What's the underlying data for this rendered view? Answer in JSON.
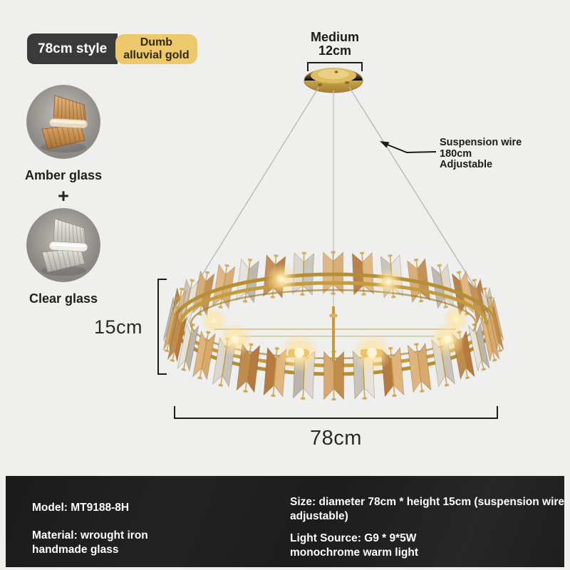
{
  "page": {
    "background": "#efefee"
  },
  "badges": {
    "style_label": "78cm style",
    "finish_lines": [
      "Dumb",
      "alluvial gold"
    ]
  },
  "materials": {
    "plus": "+",
    "items": [
      {
        "label": "Amber glass"
      },
      {
        "label": "Clear glass"
      }
    ]
  },
  "annotations": {
    "canopy_lines": [
      "Medium",
      "12cm"
    ],
    "wire_lines": [
      "Suspension wire",
      "180cm",
      "Adjustable"
    ],
    "height_label": "15cm",
    "diameter_label": "78cm"
  },
  "footer": {
    "model_lines": [
      "Model: MT9188-8H"
    ],
    "material_lines": [
      "Material: wrought iron",
      "handmade glass"
    ],
    "size_lines": [
      "Size: diameter 78cm * height 15cm (suspension wire",
      "adjustable)"
    ],
    "light_lines": [
      "Light Source: G9 * 9*5W",
      "monochrome warm light"
    ]
  },
  "colors": {
    "badge_dark": "#3a3a3a",
    "badge_gold": "#ecc96d",
    "footer_bg": "#1f1f1f",
    "brass": "#c49c3e",
    "brass_dark": "#a07e2c",
    "dimension_line": "#1b1b1b",
    "wire": "#b5b5b5",
    "amber_glass": [
      "#d8a96e",
      "#c08b4f",
      "#b57a40",
      "#e0b47c"
    ],
    "clear_glass": [
      "#dcd8cf",
      "#c7c3ba",
      "#e6e3dc",
      "#bab5ac"
    ]
  }
}
